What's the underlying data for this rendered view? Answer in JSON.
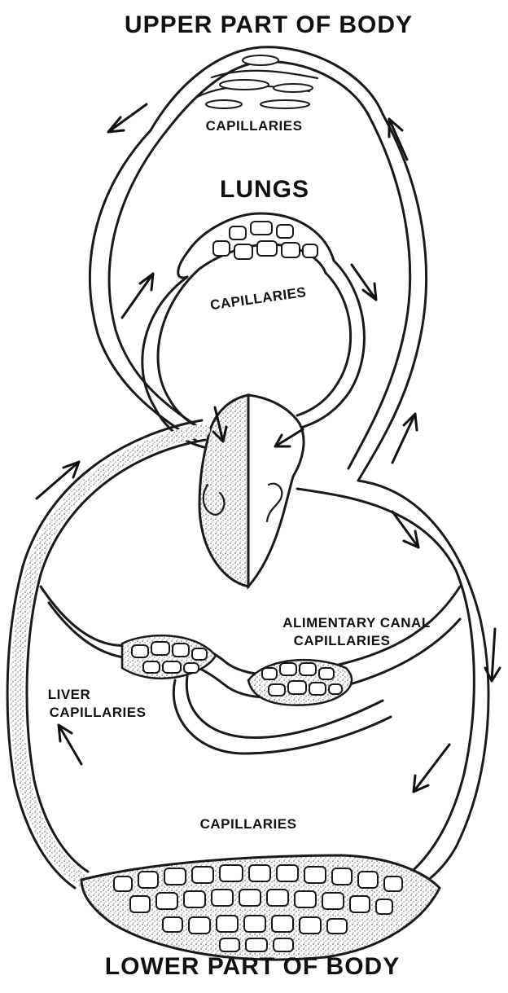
{
  "labels": {
    "upper_body": "UPPER PART OF BODY",
    "upper_capillaries": "CAPILLARIES",
    "lungs": "LUNGS",
    "lung_capillaries": "CAPILLARIES",
    "alimentary_line1": "ALIMENTARY CANAL",
    "alimentary_line2": "CAPILLARIES",
    "liver_line1": "LIVER",
    "liver_line2": "CAPILLARIES",
    "lower_capillaries": "CAPILLARIES",
    "lower_body": "LOWER PART OF BODY"
  },
  "colors": {
    "ink": "#1a1a1a",
    "deoxygenated_stipple": "#6e6e6e",
    "background": "#ffffff"
  }
}
